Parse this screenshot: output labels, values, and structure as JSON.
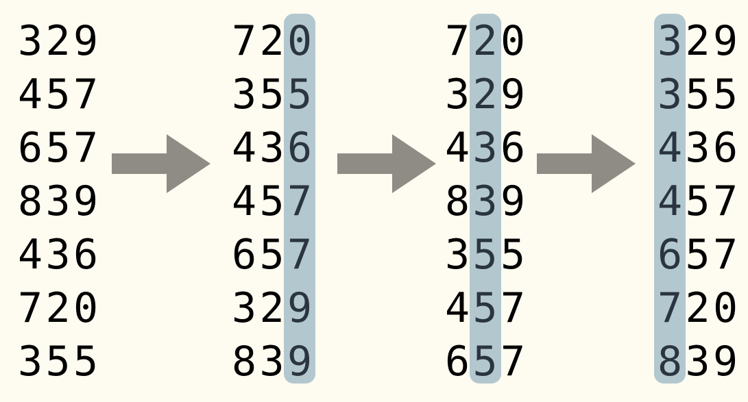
{
  "colors": {
    "background": "#fefbf0",
    "highlight": "#b3c7cf",
    "arrow": "#8e8c84",
    "text": "#000000",
    "highlighted_text": "#2a3540"
  },
  "columns": [
    {
      "values": [
        "329",
        "457",
        "657",
        "839",
        "436",
        "720",
        "355"
      ],
      "highlight_digit": null
    },
    {
      "values": [
        "720",
        "355",
        "436",
        "457",
        "657",
        "329",
        "839"
      ],
      "highlight_digit": 2
    },
    {
      "values": [
        "720",
        "329",
        "436",
        "839",
        "355",
        "457",
        "657"
      ],
      "highlight_digit": 1
    },
    {
      "values": [
        "329",
        "355",
        "436",
        "457",
        "657",
        "720",
        "839"
      ],
      "highlight_digit": 0
    }
  ],
  "arrows": [
    {
      "icon": "right-arrow-icon"
    },
    {
      "icon": "right-arrow-icon"
    },
    {
      "icon": "right-arrow-icon"
    }
  ]
}
